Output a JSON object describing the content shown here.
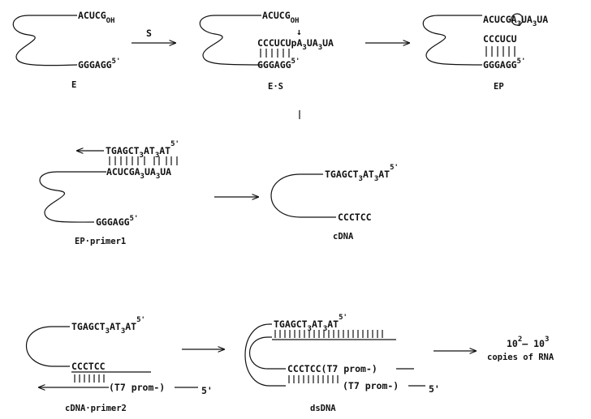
{
  "panel1": {
    "E_top": "ACUCG",
    "E_top_sub": "OH",
    "E_bottom": "GGGAGG",
    "E_bottom_sup": "5'",
    "E_label": "E",
    "arrow_S": "S",
    "ES_top": "ACUCG",
    "ES_top_sub": "OH",
    "ES_sub_a": "CCCUCU",
    "ES_sub_b": "pA",
    "ES_sub_c": "3",
    "ES_sub_d": "UA",
    "ES_sub_e": "3",
    "ES_sub_f": "UA",
    "ES_bottom": "GGGAGG",
    "ES_bottom_sup": "5'",
    "ES_label": "E·S",
    "EP_top_a": "ACUC",
    "EP_top_g": "G",
    "EP_top_b": "A",
    "EP_top_c": "3",
    "EP_top_d": "UA",
    "EP_top_e": "3",
    "EP_top_f": "UA",
    "EP_mid": "CCCUCU",
    "EP_bottom": "GGGAGG",
    "EP_bottom_sup": "5'",
    "EP_label": "EP"
  },
  "panel2": {
    "primer_a": "TGAGCT",
    "primer_b": "3",
    "primer_c": "AT",
    "primer_d": "3",
    "primer_e": "AT",
    "primer_sup": "5'",
    "rna_a": "ACUCGA",
    "rna_b": "3",
    "rna_c": "UA",
    "rna_d": "3",
    "rna_e": "UA",
    "bottom": "GGGAGG",
    "bottom_sup": "5'",
    "label": "EP·primer1",
    "cdna_a": "TGAGCT",
    "cdna_b": "3",
    "cdna_c": "AT",
    "cdna_d": "3",
    "cdna_e": "AT",
    "cdna_sup": "5'",
    "cdna_bottom": "CCCTCC",
    "cdna_label": "cDNA"
  },
  "panel3": {
    "top_a": "TGAGCT",
    "top_b": "3",
    "top_c": "AT",
    "top_d": "3",
    "top_e": "AT",
    "top_sup": "5'",
    "mid": "CCCTCC",
    "prom": "(T7 prom-)",
    "prom_sup": "5'",
    "label": "cDNA·primer2",
    "ds_top_a": "TGAGCT",
    "ds_top_b": "3",
    "ds_top_c": "AT",
    "ds_top_d": "3",
    "ds_top_e": "AT",
    "ds_top_sup": "5'",
    "ds_mid": "CCCTCC(T7 prom-)",
    "ds_bot": "(T7 prom-)",
    "ds_bot_sup": "5'",
    "ds_label": "dsDNA",
    "copies_a": "10",
    "copies_b": "2",
    "copies_c": "– 10",
    "copies_d": "3",
    "copies_line2": "copies of RNA"
  }
}
